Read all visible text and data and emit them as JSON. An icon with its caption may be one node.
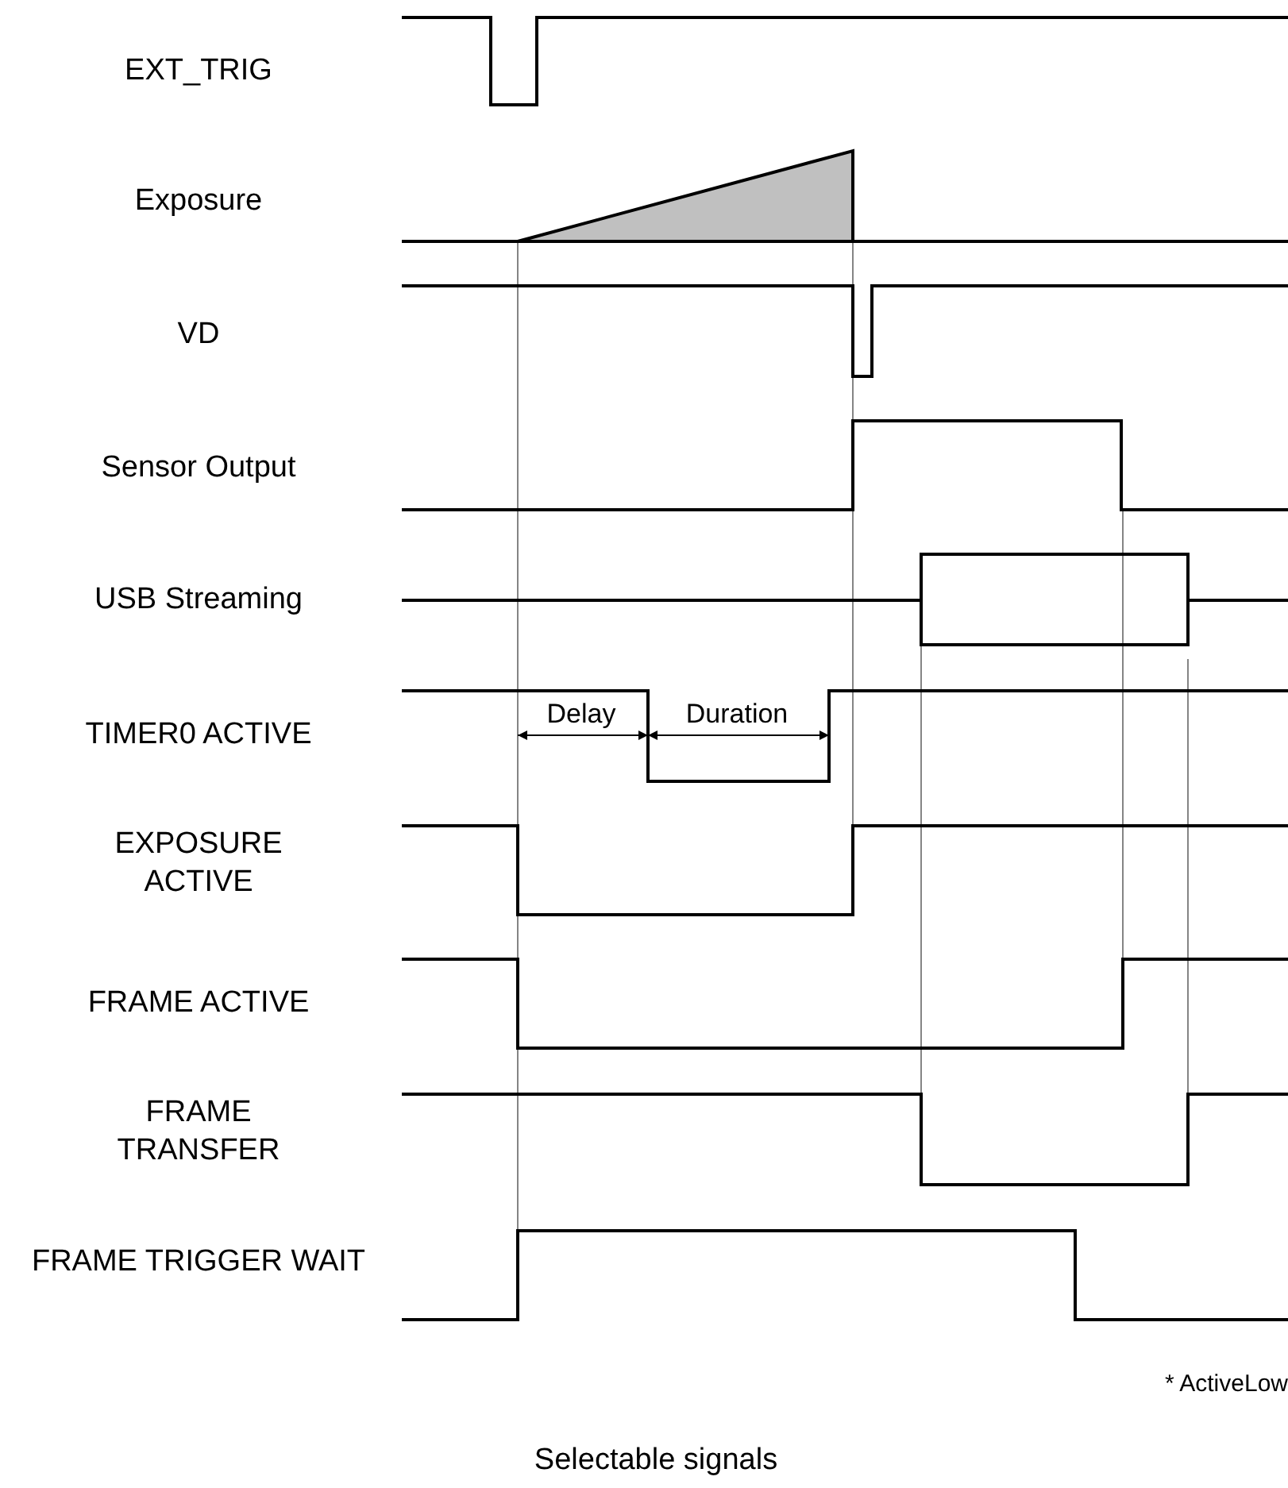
{
  "diagram": {
    "caption": "Selectable signals",
    "labels": [
      "EXT_TRIG",
      "Exposure",
      "VD",
      "Sensor Output",
      "USB Streaming",
      "TIMER0 ACTIVE",
      "EXPOSURE ACTIVE",
      "FRAME ACTIVE",
      "FRAME TRANSFER",
      "FRAME TRIGGER WAIT",
      "Delay",
      "Duration",
      "* ActiveLow"
    ]
  }
}
